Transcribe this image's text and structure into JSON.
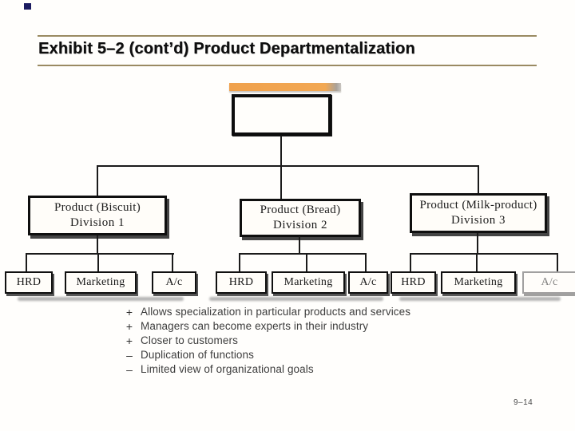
{
  "slide": {
    "title": "Exhibit 5–2 (cont’d) Product Departmentalization",
    "page_number": "9–14",
    "accent_line_color": "#9a8a62",
    "highlight_color": "#f0a14c",
    "marker_color": "#1b1b60"
  },
  "org_chart": {
    "type": "org-tree",
    "root_label": "",
    "divisions": [
      {
        "title": "Product (Biscuit)",
        "subtitle": "Division 1",
        "departments": [
          "HRD",
          "Marketing",
          "A/c"
        ]
      },
      {
        "title": "Product (Bread)",
        "subtitle": "Division 2",
        "departments": [
          "HRD",
          "Marketing",
          "A/c"
        ]
      },
      {
        "title": "Product (Milk-product)",
        "subtitle": "Division 3",
        "departments": [
          "HRD",
          "Marketing",
          "A/c"
        ]
      }
    ]
  },
  "bullets": {
    "items": [
      {
        "sign": "+",
        "text": "Allows specialization in particular products and services"
      },
      {
        "sign": "+",
        "text": "Managers can become experts in their industry"
      },
      {
        "sign": "+",
        "text": "Closer to customers"
      },
      {
        "sign": "–",
        "text": "Duplication of functions"
      },
      {
        "sign": "–",
        "text": "Limited view of organizational goals"
      }
    ]
  }
}
